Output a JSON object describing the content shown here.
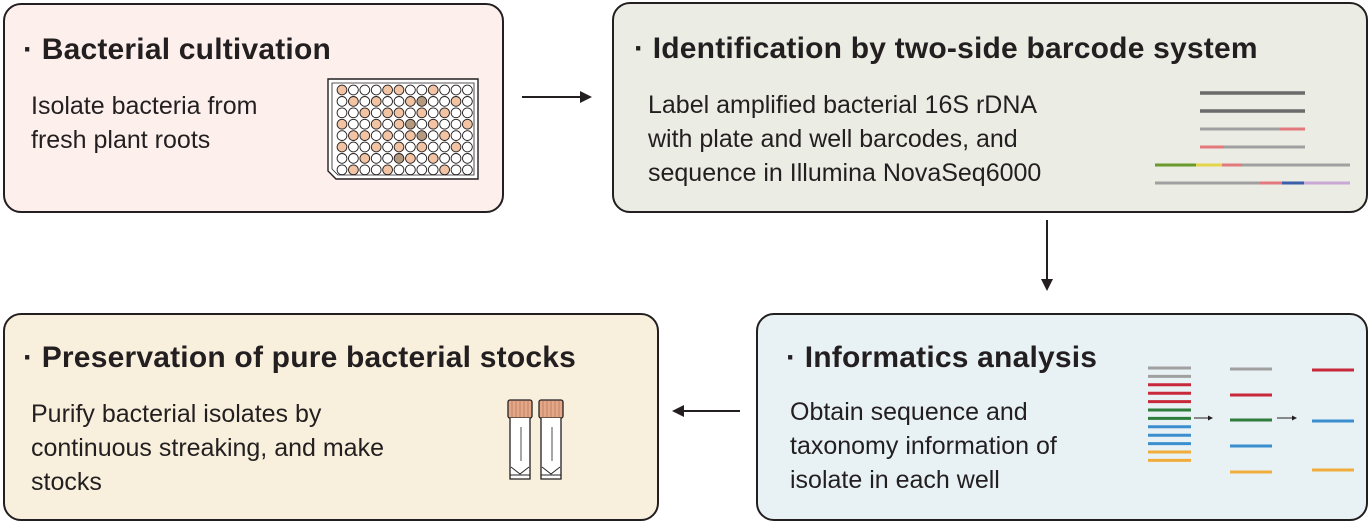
{
  "steps": [
    {
      "title": "· Bacterial cultivation",
      "lines": [
        "Isolate bacteria from",
        "fresh plant roots"
      ]
    },
    {
      "title": "· Identification by two-side barcode system",
      "lines": [
        "Label amplified bacterial 16S rDNA",
        "with plate and well barcodes, and",
        "sequence in Illumina NovaSeq6000"
      ]
    },
    {
      "title": "· Informatics analysis",
      "lines": [
        "Obtain sequence and",
        "taxonomy information of",
        "isolate in each well"
      ]
    },
    {
      "title": "· Preservation of pure bacterial stocks",
      "lines": [
        "Purify bacterial isolates by",
        "continuous streaking, and make",
        "stocks"
      ]
    }
  ],
  "colors": {
    "cultivation_bg": "#fdf0ec",
    "identification_bg": "#ebece3",
    "informatics_bg": "#e8f1f4",
    "preservation_bg": "#f8f0dd",
    "well_filled": "#f2c4a4",
    "well_dark": "#b39a80",
    "tube_cap": "#e4a889",
    "seq_red": "#c7283a",
    "seq_green": "#2e7d3c",
    "seq_blue": "#3b8fcf",
    "seq_orange": "#f1ad3c",
    "seq_gray": "#a0a0a0"
  }
}
